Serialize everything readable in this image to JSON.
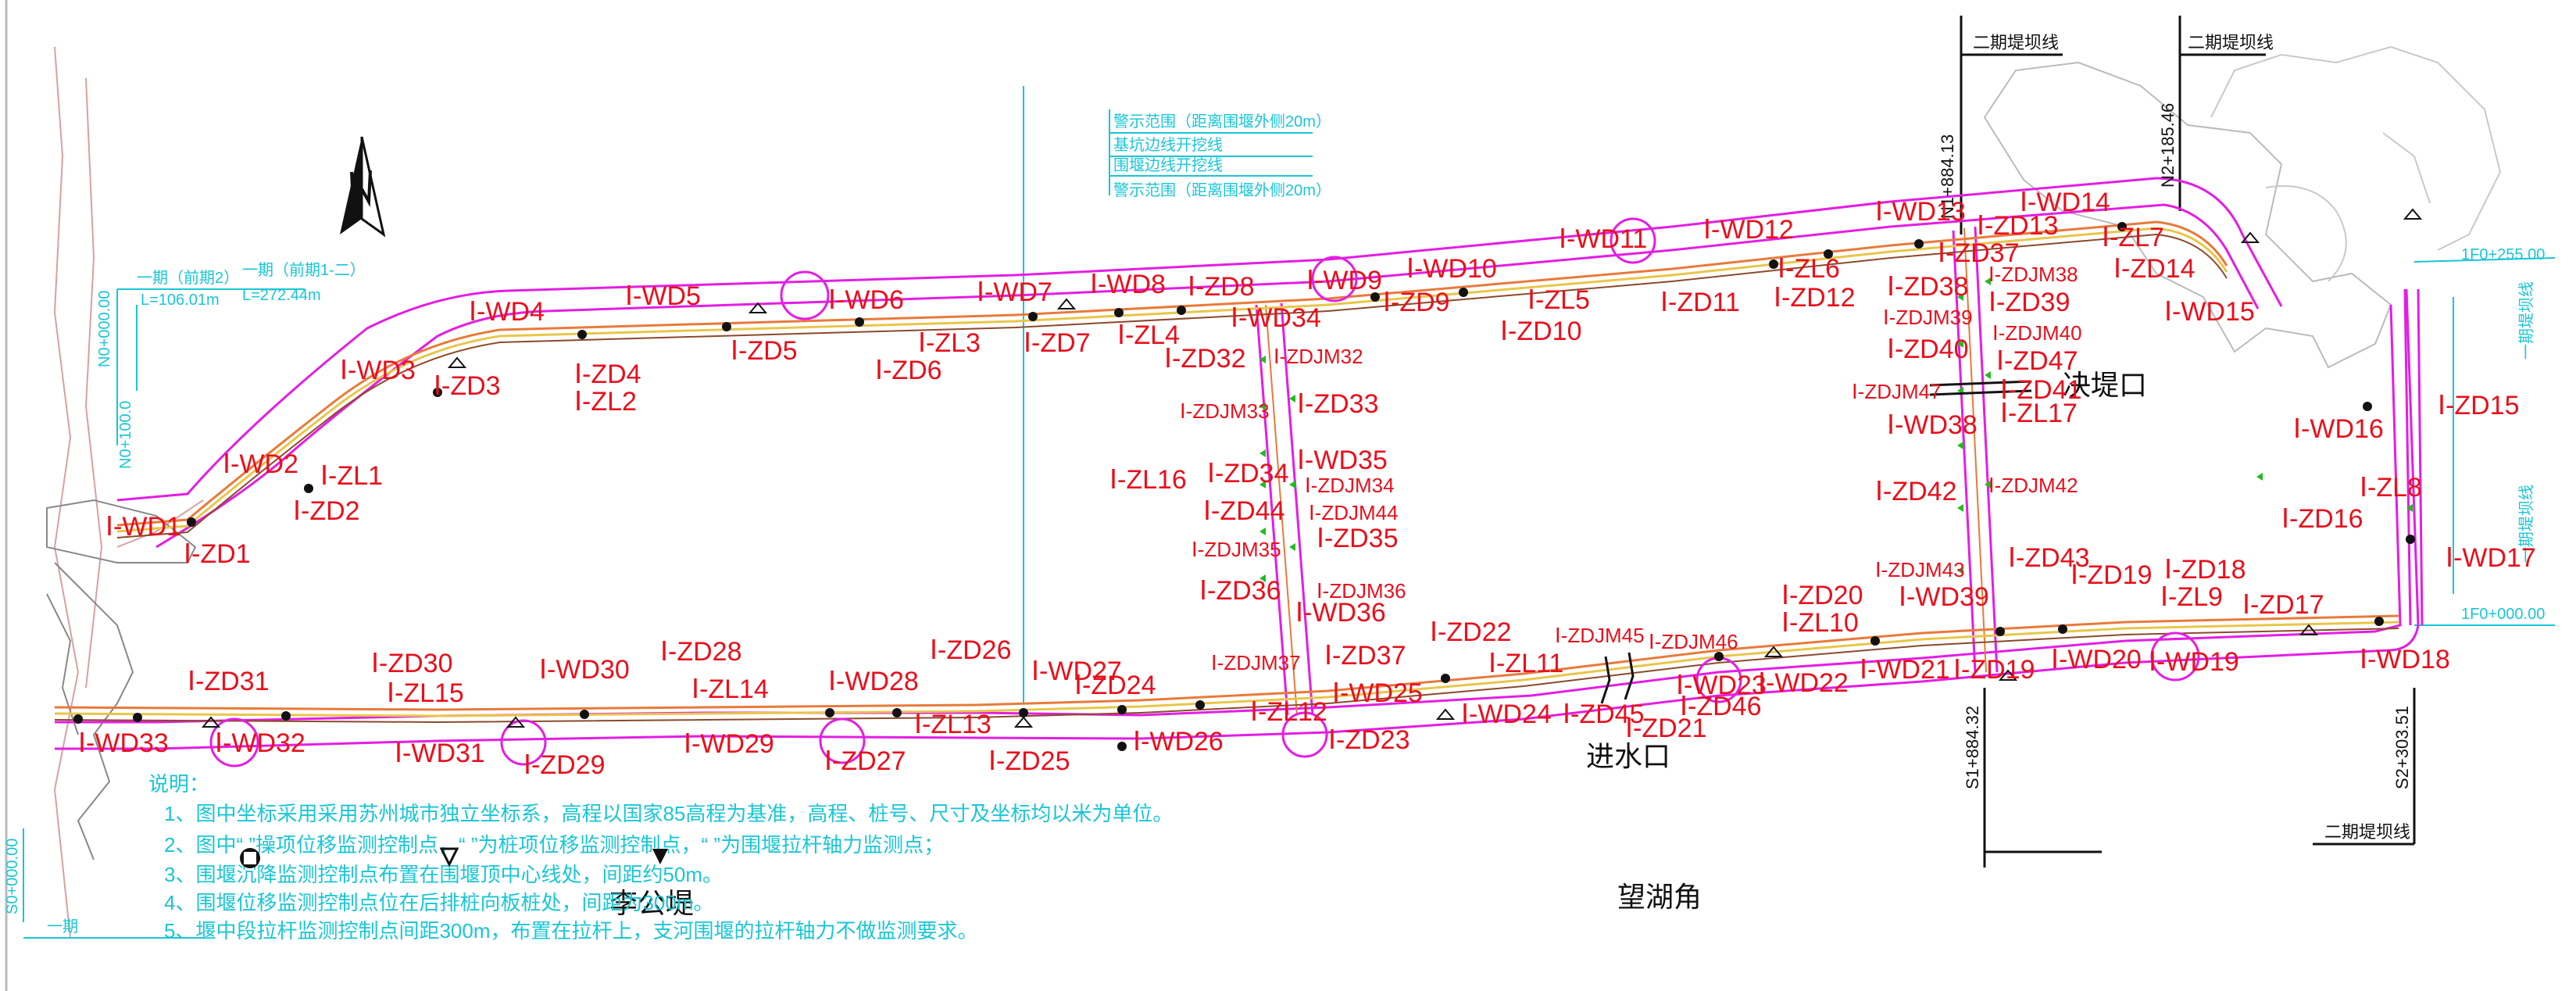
{
  "places": {
    "li_gong_di": "李公堤",
    "wang_hu_jiao": "望湖角",
    "jin_shui_kou": "进水口",
    "jue_di_kou": "决堤口"
  },
  "notes": {
    "heading": "说明：",
    "line1": "1、图中坐标采用采用苏州城市独立坐标系，高程以国家85高程为基准，高程、桩号、尺寸及坐标均以米为单位。",
    "line2": "2、图中“ ”操项位移监测控制点，“ ”为桩项位移监测控制点，“ ”为围堰拉杆轴力监测点；",
    "line3": "3、围堰沉降监测控制点布置在围堰顶中心线处，间距约50m。",
    "line4": "4、围堰位移监测控制点位在后排桩向板桩处，间距为300m。",
    "line5": "5、堰中段拉杆监测控制点间距300m，布置在拉杆上，支河围堰的拉杆轴力不做监测要求。"
  },
  "stations": {
    "n1": "N1+884.13",
    "n2": "N2+185.46",
    "s1": "S1+884.32",
    "s2": "S2+303.51",
    "n0": "N0+000.00",
    "m0": "N0+100.0",
    "s0": "S0+000.00",
    "f_top": "1F0+255.00",
    "f_bot": "1F0+000.00",
    "section_tl": "二期堤坝线",
    "section_tr": "二期堤坝线",
    "section_br": "二期堤坝线",
    "section_bl": "一期",
    "side_r_top": "一期堤坝线",
    "side_r_bot": "一期堤坝线",
    "top_l1": "一期（前期2）",
    "top_l2": "一期（前期1-二）",
    "len1": "L=106.01m",
    "len2": "L=272.44m"
  },
  "legend_box": {
    "l1": "警示范围（距离围堰外侧20m）",
    "l2": "基坑边线开挖线",
    "l3": "围堰边线开挖线",
    "l4": "警示范围（距离围堰外侧20m）"
  },
  "labels": [
    "Ⅰ-WD1",
    "Ⅰ-ZD1",
    "Ⅰ-WD2",
    "Ⅰ-ZL1",
    "Ⅰ-ZD2",
    "Ⅰ-WD3",
    "Ⅰ-ZD3",
    "Ⅰ-WD4",
    "Ⅰ-ZD4",
    "Ⅰ-ZL2",
    "Ⅰ-WD5",
    "Ⅰ-ZD5",
    "Ⅰ-WD6",
    "Ⅰ-ZD6",
    "Ⅰ-ZL3",
    "Ⅰ-WD7",
    "Ⅰ-ZD7",
    "Ⅰ-WD8",
    "Ⅰ-ZD8",
    "Ⅰ-ZL4",
    "Ⅰ-WD34",
    "Ⅰ-ZD32",
    "Ⅰ-ZDJM32",
    "Ⅰ-WD9",
    "Ⅰ-ZD9",
    "Ⅰ-WD10",
    "Ⅰ-ZL5",
    "Ⅰ-ZD10",
    "Ⅰ-WD11",
    "Ⅰ-ZD11",
    "Ⅰ-WD12",
    "Ⅰ-ZL6",
    "Ⅰ-ZD12",
    "Ⅰ-WD13",
    "Ⅰ-ZD13",
    "Ⅰ-WD14",
    "Ⅰ-ZL7",
    "Ⅰ-ZD14",
    "Ⅰ-WD15",
    "Ⅰ-ZD37",
    "Ⅰ-ZDJM38",
    "Ⅰ-ZD38",
    "Ⅰ-ZDJM39",
    "Ⅰ-ZD39",
    "Ⅰ-ZDJM40",
    "Ⅰ-ZD40",
    "Ⅰ-ZD47",
    "Ⅰ-ZDJM47",
    "Ⅰ-ZD41",
    "Ⅰ-ZL17",
    "Ⅰ-WD38",
    "Ⅰ-ZD42",
    "Ⅰ-ZDJM42",
    "Ⅰ-ZD43",
    "Ⅰ-ZDJM43",
    "Ⅰ-WD39",
    "Ⅰ-ZD19",
    "Ⅰ-ZD18",
    "Ⅰ-ZL9",
    "Ⅰ-ZD17",
    "Ⅰ-WD16",
    "Ⅰ-ZD15",
    "Ⅰ-ZL8",
    "Ⅰ-ZD16",
    "Ⅰ-WD17",
    "Ⅰ-WD18",
    "Ⅰ-WD19",
    "Ⅰ-WD20",
    "Ⅰ-WD21",
    "Ⅰ-ZD19",
    "Ⅰ-ZD20",
    "Ⅰ-ZL10",
    "Ⅰ-WD22",
    "Ⅰ-WD23",
    "Ⅰ-ZD46",
    "Ⅰ-ZDJM46",
    "Ⅰ-ZDJM45",
    "Ⅰ-ZD45",
    "Ⅰ-ZD21",
    "Ⅰ-ZL11",
    "Ⅰ-ZD22",
    "Ⅰ-WD24",
    "Ⅰ-WD25",
    "Ⅰ-ZD23",
    "Ⅰ-ZL12",
    "Ⅰ-WD36",
    "Ⅰ-ZD37",
    "Ⅰ-ZDJM37",
    "Ⅰ-ZD36",
    "Ⅰ-ZDJM36",
    "Ⅰ-ZDJM35",
    "Ⅰ-ZD35",
    "Ⅰ-ZD44",
    "Ⅰ-ZDJM44",
    "Ⅰ-ZD34",
    "Ⅰ-ZDJM34",
    "Ⅰ-WD35",
    "Ⅰ-ZL16",
    "Ⅰ-ZDJM33",
    "Ⅰ-ZD33",
    "Ⅰ-WD26",
    "Ⅰ-ZD24",
    "Ⅰ-WD27",
    "Ⅰ-ZD25",
    "Ⅰ-ZL13",
    "Ⅰ-ZD26",
    "Ⅰ-WD28",
    "Ⅰ-ZD27",
    "Ⅰ-WD29",
    "Ⅰ-ZL14",
    "Ⅰ-ZD28",
    "Ⅰ-WD30",
    "Ⅰ-ZD29",
    "Ⅰ-WD31",
    "Ⅰ-ZL15",
    "Ⅰ-ZD30",
    "Ⅰ-WD32",
    "Ⅰ-ZD31",
    "Ⅰ-WD33"
  ]
}
